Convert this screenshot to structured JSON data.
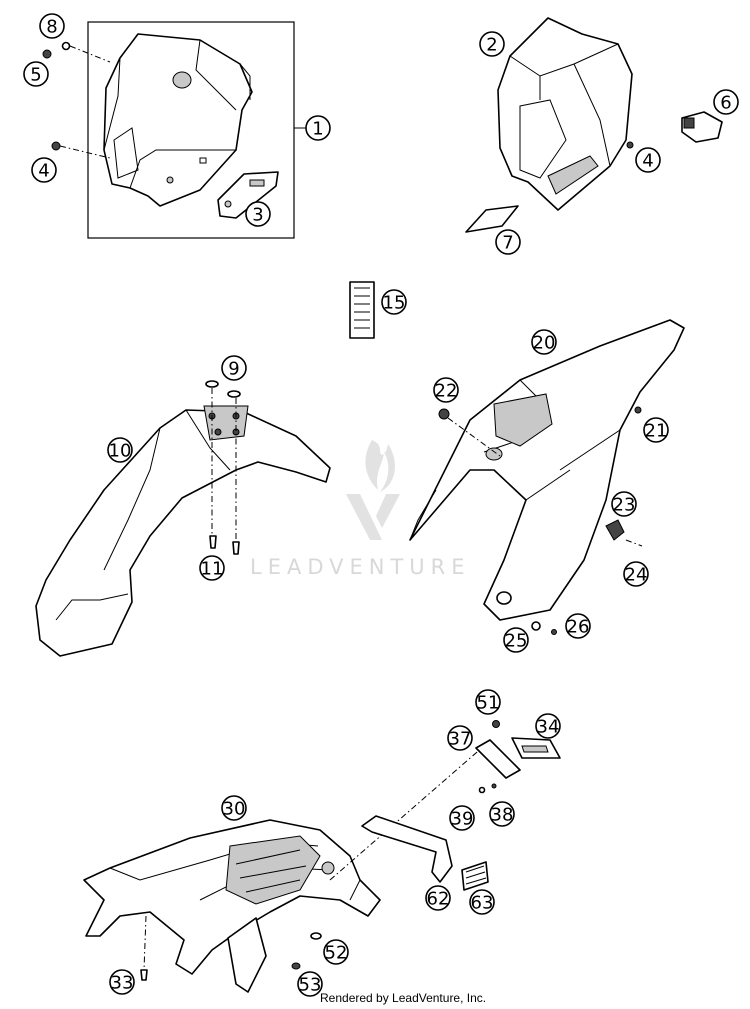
{
  "watermark": "LEADVENTURE",
  "footer": "Rendered by LeadVenture, Inc.",
  "callouts": {
    "c1": "1",
    "c2": "2",
    "c3": "3",
    "c4a": "4",
    "c4b": "4",
    "c5": "5",
    "c6": "6",
    "c7": "7",
    "c8": "8",
    "c9": "9",
    "c10": "10",
    "c11": "11",
    "c15": "15",
    "c20": "20",
    "c21": "21",
    "c22": "22",
    "c23": "23",
    "c24": "24",
    "c25": "25",
    "c26": "26",
    "c30": "30",
    "c33": "33",
    "c34": "34",
    "c37": "37",
    "c38": "38",
    "c39": "39",
    "c51": "51",
    "c52": "52",
    "c53": "53",
    "c62": "62",
    "c63": "63"
  }
}
